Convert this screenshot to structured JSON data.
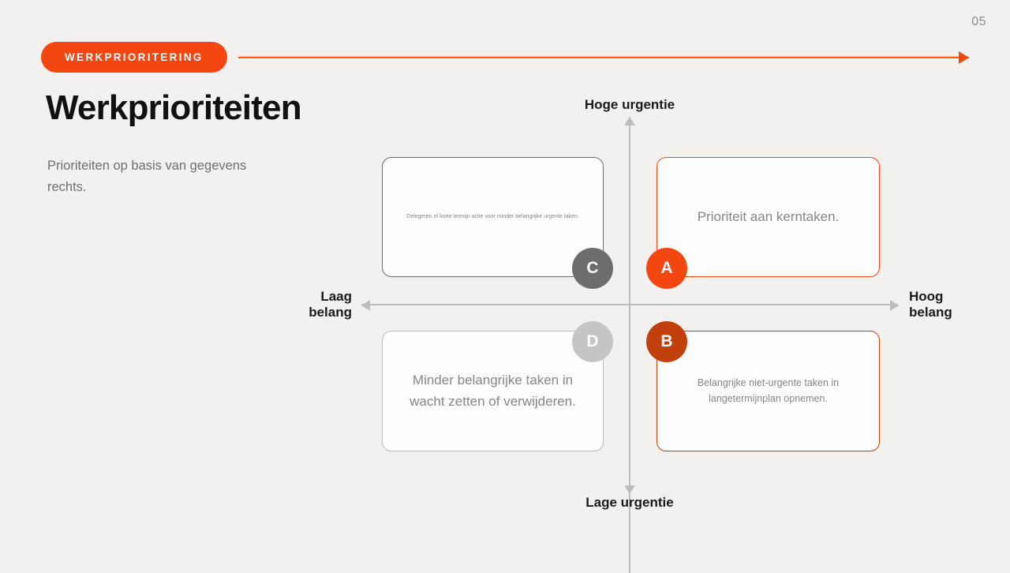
{
  "slide": {
    "page_number": "05",
    "eyebrow": "WERKPRIORITERING",
    "title": "Werkprioriteiten",
    "subtitle": "Prioriteiten op basis van gegevens rechts.",
    "accent_color": "#f44611",
    "background_color": "#f2f1f0"
  },
  "matrix": {
    "axis": {
      "top_label": "Hoge urgentie",
      "bottom_label": "Lage urgentie",
      "left_label": "Laag\nbelang",
      "right_label": "Hoog\nbelang",
      "line_color": "#bfbdbb"
    },
    "quadrants": [
      {
        "key": "A",
        "badge": "A",
        "badge_color": "#f44611",
        "border_color": "#f44611",
        "position": "top-right",
        "text": "Prioriteit aan kerntaken."
      },
      {
        "key": "B",
        "badge": "B",
        "badge_color": "#c1400c",
        "border_color": "#c7410c",
        "position": "bottom-right",
        "text": "Belangrijke niet-urgente taken in langetermijnplan opnemen."
      },
      {
        "key": "C",
        "badge": "C",
        "badge_color": "#6e6d6b",
        "border_color": "#6e6d6b",
        "position": "top-left",
        "text": "Delegeren of korte termijn actie voor minder belangrijke urgente taken."
      },
      {
        "key": "D",
        "badge": "D",
        "badge_color": "#c6c5c3",
        "border_color": "#bdbcba",
        "position": "bottom-left",
        "text": "Minder belangrijke taken in wacht zetten of verwijderen."
      }
    ]
  }
}
